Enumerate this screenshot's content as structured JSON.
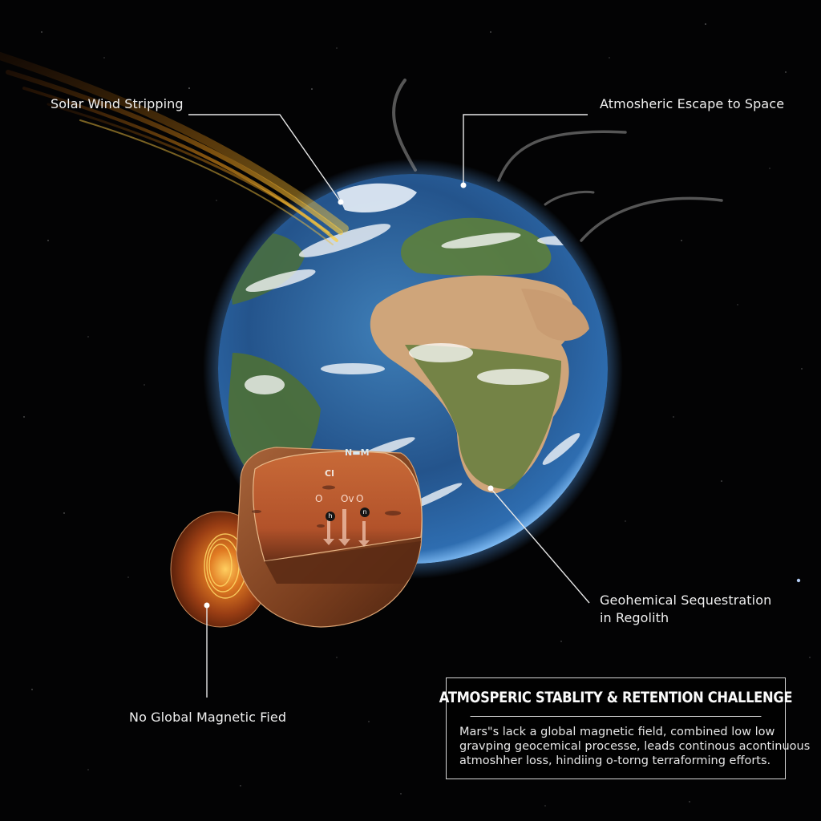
{
  "colors": {
    "background": "#030304",
    "label_text": "#f0f0f0",
    "leader_line": "#e8e8e8",
    "solar_wind": "#e8a820",
    "earth_ocean": "#2a5e9a",
    "earth_glow": "#5aa8ff",
    "mars_shell": "#9a5630",
    "mars_surface": "#b8552a",
    "core_glow": "#f0a030"
  },
  "callouts": {
    "solar_wind": "Solar Wind Stripping",
    "escape": "Atmosheric Escape to Space",
    "sequestration_line1": "Geohemical Sequestration",
    "sequestration_line2": "in Regolith",
    "magnetic": "No Global Magnetic Fied"
  },
  "ion_symbols": {
    "top_pair": "N▬M",
    "left": "Cl",
    "o_left": "O",
    "ov": "Ov",
    "o_right": "O",
    "dot_left": "h",
    "dot_right": "n"
  },
  "info_box": {
    "title": "ATMOSPERIC STABLITY & RETENTION CHALLENGE",
    "body_line1": "Mars\"s lack  a global magnetic field, combined low     low",
    "body_line2": "gravping geocemical processe, leads continous acontinuous",
    "body_line3": "atmoshher loss, hindiing o-torng terraforming efforts."
  }
}
